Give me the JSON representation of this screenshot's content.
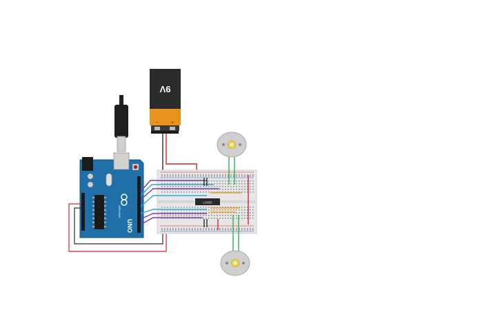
{
  "battery": {
    "label": "9V",
    "minus": "−",
    "plus": "+"
  },
  "arduino": {
    "model": "UNO",
    "brand": "ARDUINO"
  },
  "ic": {
    "label": "L293D"
  },
  "colors": {
    "board": "#1f6fa8",
    "board_dark": "#155482",
    "breadboard": "#e7e7e7",
    "wire_red": "#d42626",
    "wire_black": "#2a2a2a",
    "wire_green": "#2fb24a",
    "wire_purple": "#7b3aa6",
    "wire_blue": "#2aa8d8",
    "wire_orange": "#f0a020",
    "battery_body": "#2b2b2b",
    "battery_band": "#e8941c"
  }
}
